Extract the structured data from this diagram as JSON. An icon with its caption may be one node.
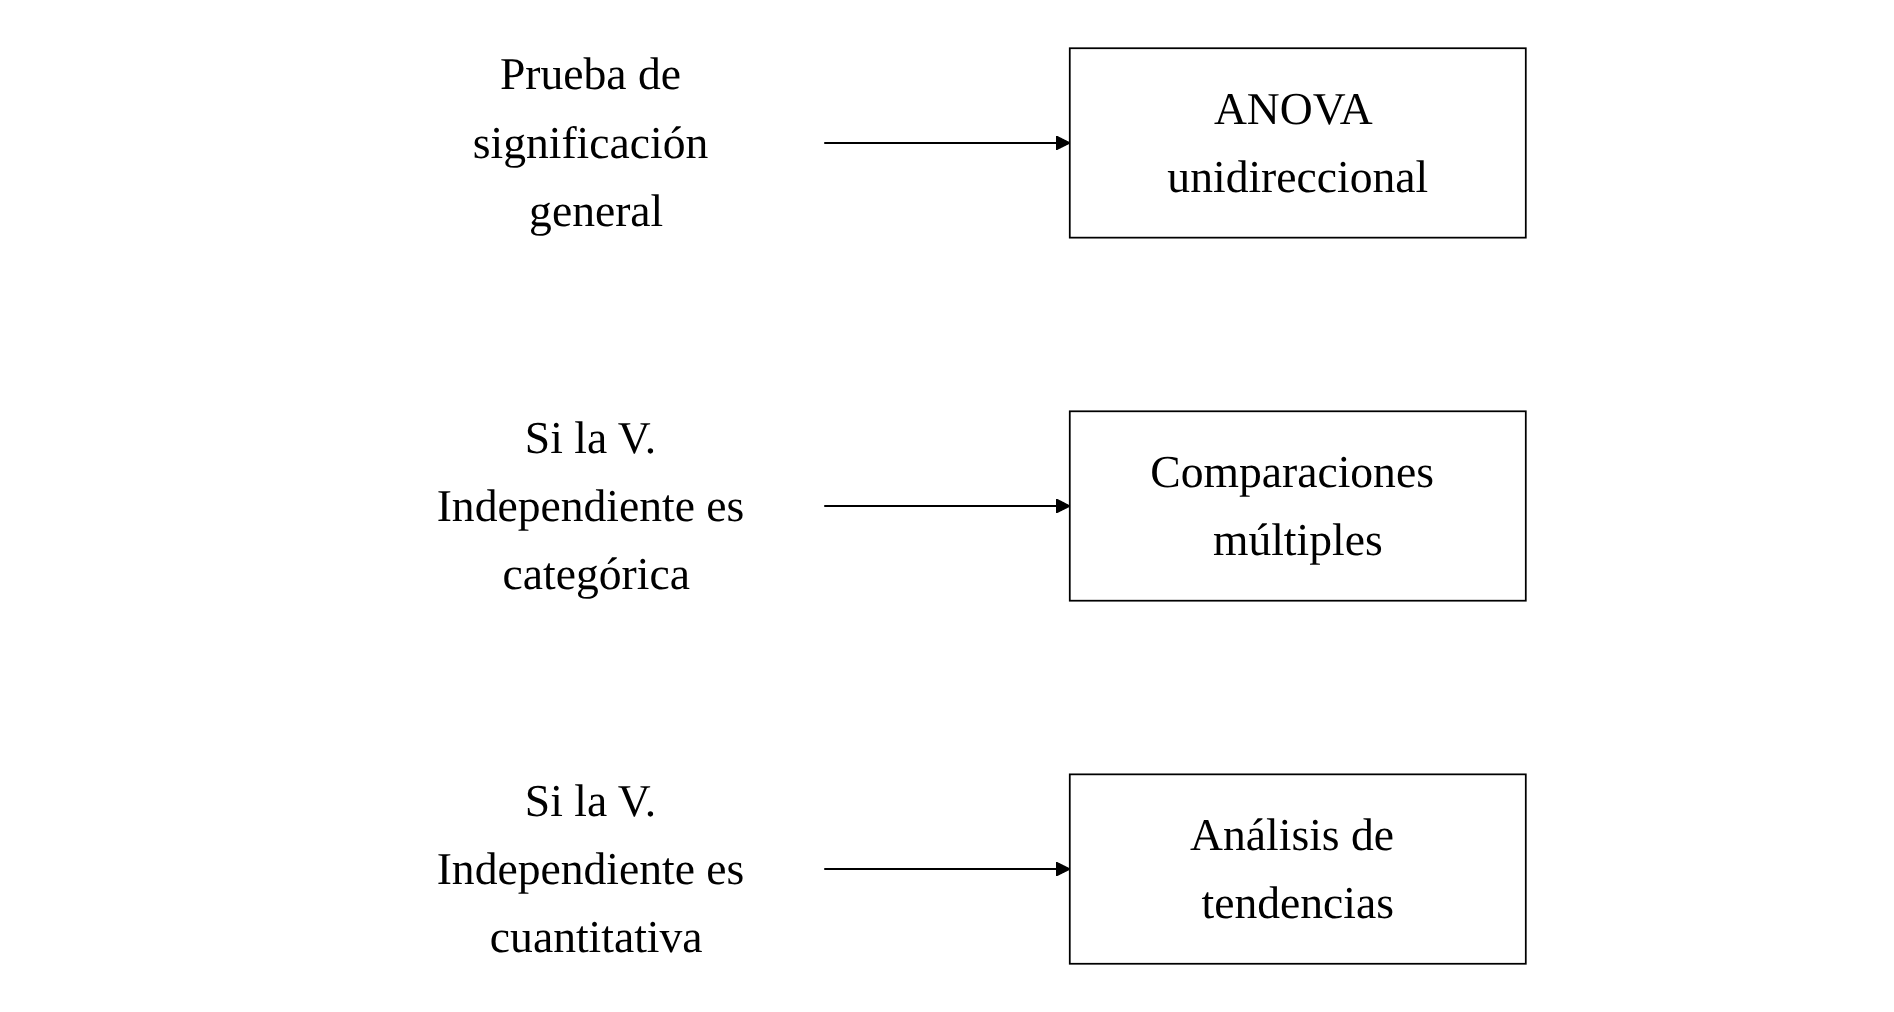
{
  "diagram": {
    "nodes": [
      {
        "text": [
          "Prueba de significación general"
        ]
      },
      {
        "text": [
          "ANOVA unidireccional"
        ]
      },
      {
        "text": [
          "Si la V. Independiente es categórica"
        ]
      },
      {
        "text": [
          "Comparaciones múltiples"
        ]
      },
      {
        "text": [
          "Si la V. Independiente es cuantitativa"
        ]
      },
      {
        "text": [
          "Análisis de tendencias"
        ]
      }
    ],
    "edges": [
      {
        "from": 0,
        "to": 1,
        "arrow": "to"
      },
      {
        "from": 2,
        "to": 3,
        "arrow": "to"
      },
      {
        "from": 4,
        "to": 5,
        "arrow": "to"
      }
    ]
  }
}
